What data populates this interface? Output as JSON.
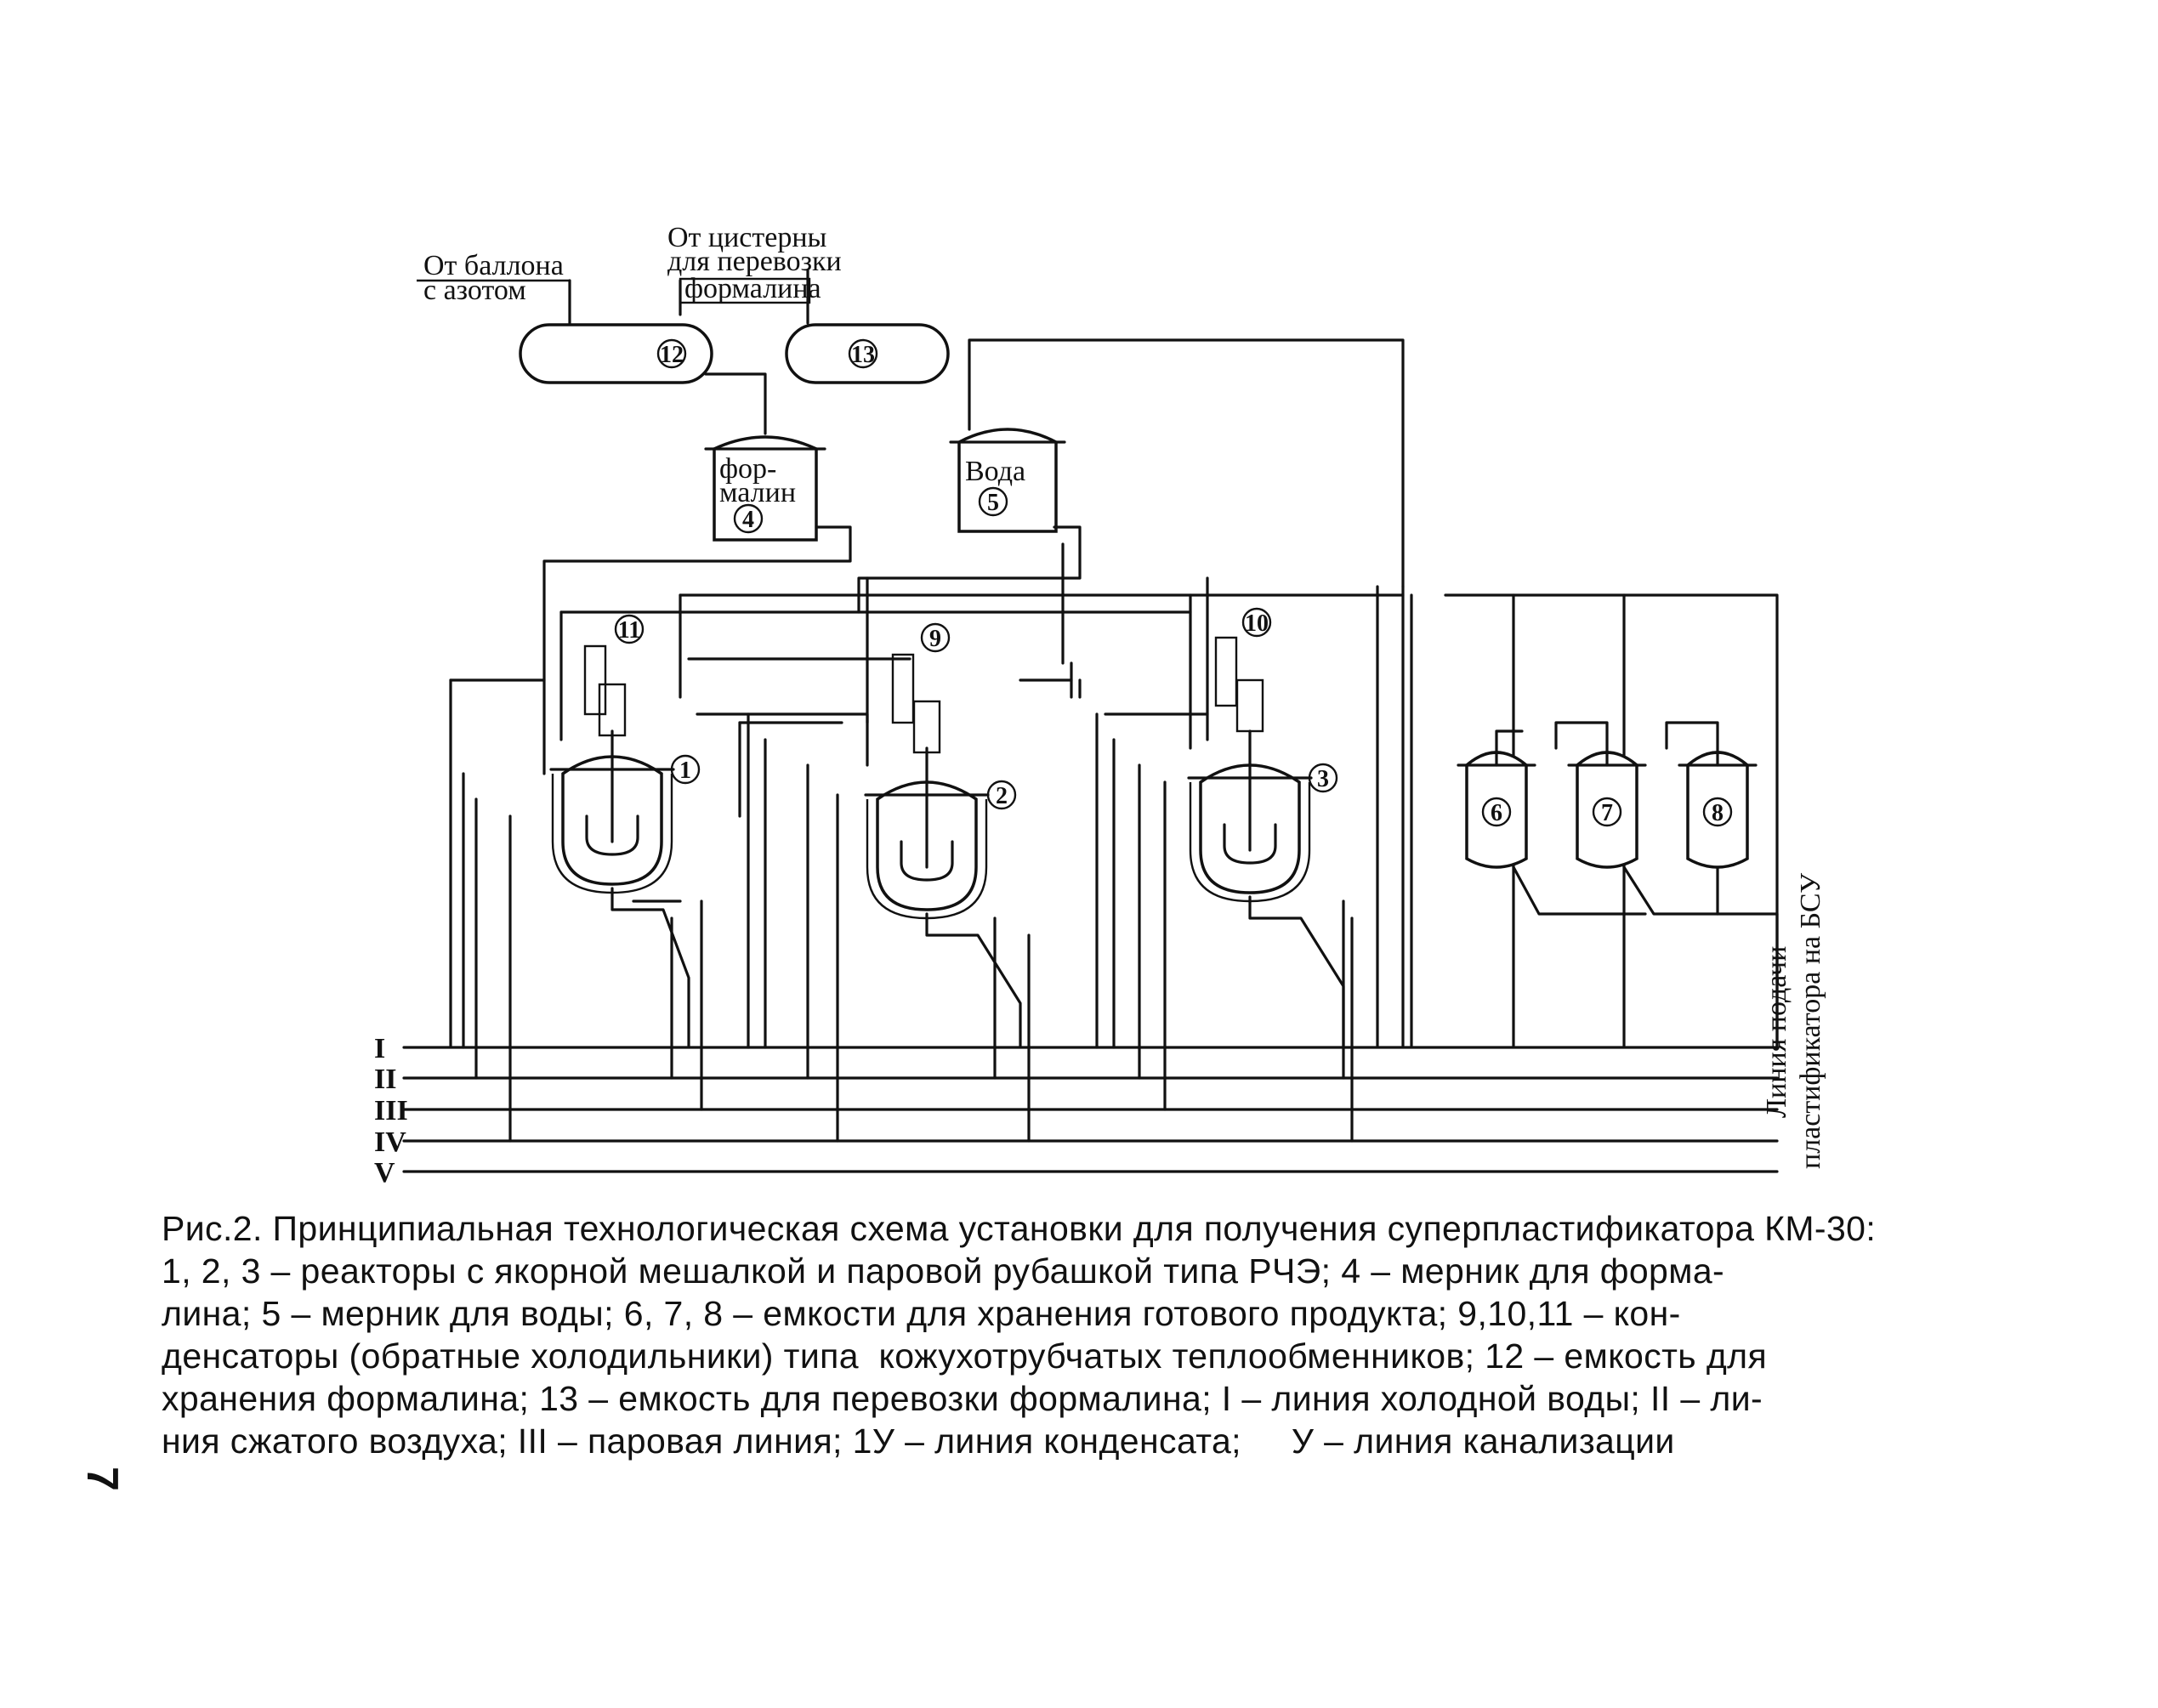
{
  "diagram": {
    "sources": {
      "nitrogen_line1": "От баллона",
      "nitrogen_line2": "с азотом",
      "tanker_line1": "От цистерны",
      "tanker_line2": "для перевозки",
      "tanker_line3": "формалина"
    },
    "measurers": {
      "formalin_line1": "фор-",
      "formalin_line2": "малин",
      "water": "Вода"
    },
    "item_numbers": [
      "1",
      "2",
      "3",
      "4",
      "5",
      "6",
      "7",
      "8",
      "9",
      "10",
      "11",
      "12",
      "13"
    ],
    "lines": [
      "I",
      "II",
      "III",
      "IV",
      "V"
    ],
    "outlet_line1": "Линия подачи",
    "outlet_line2": "пластификатора на БСУ"
  },
  "caption": {
    "lines": [
      "Рис.2. Принципиальная технологическая схема установки для получения суперпластификатора КМ-30:",
      "1, 2, 3 – реакторы с якорной мешалкой и паровой рубашкой типа РЧЭ; 4 – мерник для форма-",
      "лина; 5 – мерник для воды; 6, 7, 8 – емкости для хранения готового продукта; 9,10,11 – кон-",
      "денсаторы (обратные холодильники) типа  кожухотрубчатых теплообменников; 12 – емкость для",
      "хранения формалина; 13 – емкость для перевозки формалина; I – линия холодной воды; II – ли-",
      "ния сжатого воздуха; III – паровая линия; 1У – линия конденсата;     У – линия канализации"
    ]
  },
  "page_number": "7",
  "colors": {
    "ink": "#111111",
    "paper": "#ffffff"
  }
}
